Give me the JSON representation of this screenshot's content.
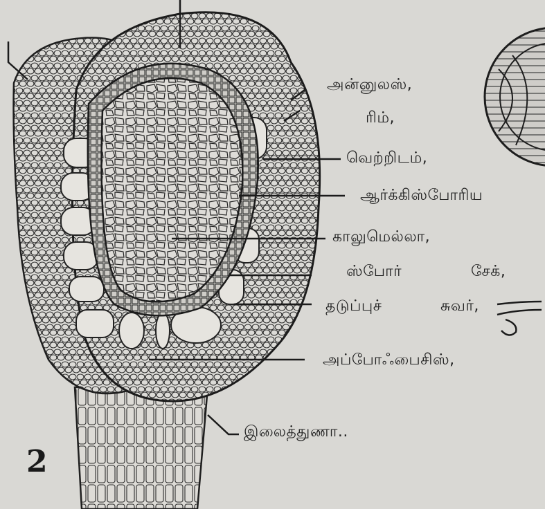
{
  "labels": {
    "annulus": "அன்னுலஸ்,",
    "rim": "ரிம்,",
    "cavity": "வெற்றிடம்,",
    "archesporium": "ஆர்க்கிஸ்போரிய",
    "columella": "காலுமெல்லா,",
    "spore_sac_a": "ஸ்போர்",
    "spore_sac_b": "சேக்,",
    "septum_a": "தடுப்புச்",
    "septum_b": "சுவர்,",
    "apophysis": "அப்போஃபைசிஸ்,",
    "seta": "இலைத்துணா.."
  },
  "figure_number": "2",
  "colors": {
    "paper": "#d9d8d4",
    "ink": "#232323"
  }
}
